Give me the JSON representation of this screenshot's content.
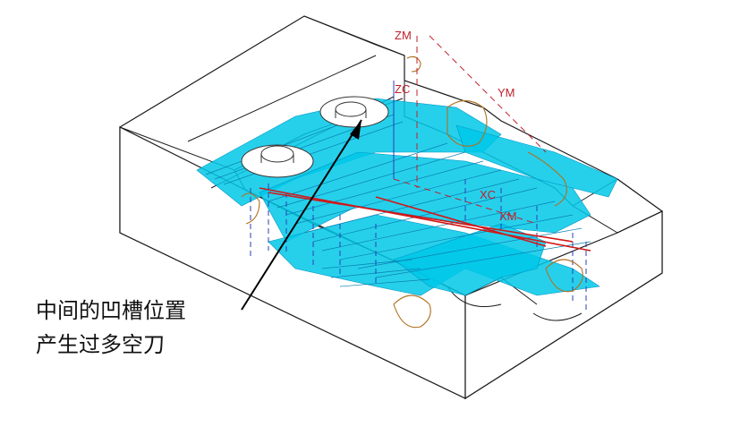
{
  "viewport": {
    "axes": {
      "zm": "ZM",
      "zc": "ZC",
      "ym": "YM",
      "xc": "XC",
      "xm": "XM"
    },
    "colors": {
      "part_edge": "#1a1a1a",
      "part_face": "#ffffff",
      "toolpath_fill": "#00c8e8",
      "toolpath_line": "#0097c4",
      "engage_path": "#2b3fb5",
      "axis_red": "#c0202a",
      "boss_edge": "#333333",
      "highlight_brown": "#b07020"
    }
  },
  "annotation": {
    "line1": "中间的凹槽位置",
    "line2": "产生过多空刀"
  }
}
